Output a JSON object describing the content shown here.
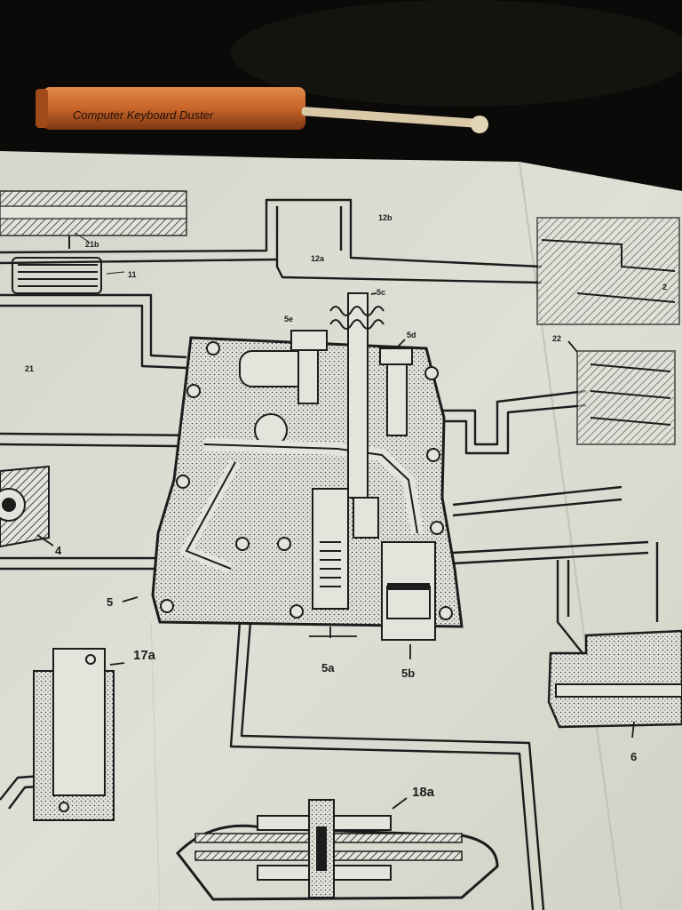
{
  "scene": {
    "subject": "Photograph of a printed hydraulic/mechanical schematic sheet lying on a table, with a keyboard duster in the background",
    "colors": {
      "background": "#0c0a08",
      "paper": "#dcdcd3",
      "ink": "#1c1c1c",
      "duster_handle": "#c8642a"
    }
  },
  "duster": {
    "label": "Computer Keyboard Duster",
    "icon": "keyboard-duster-icon"
  },
  "labels": {
    "l21b": "21b",
    "l12b": "12b",
    "l12a": "12a",
    "l11": "11",
    "l21": "21",
    "l5c": "5c",
    "l5e": "5e",
    "l5d": "5d",
    "l22": "22",
    "l2": "2",
    "l4": "4",
    "l5": "5",
    "l5a": "5a",
    "l5b": "5b",
    "l17a": "17a",
    "l6": "6",
    "l18a": "18a"
  }
}
